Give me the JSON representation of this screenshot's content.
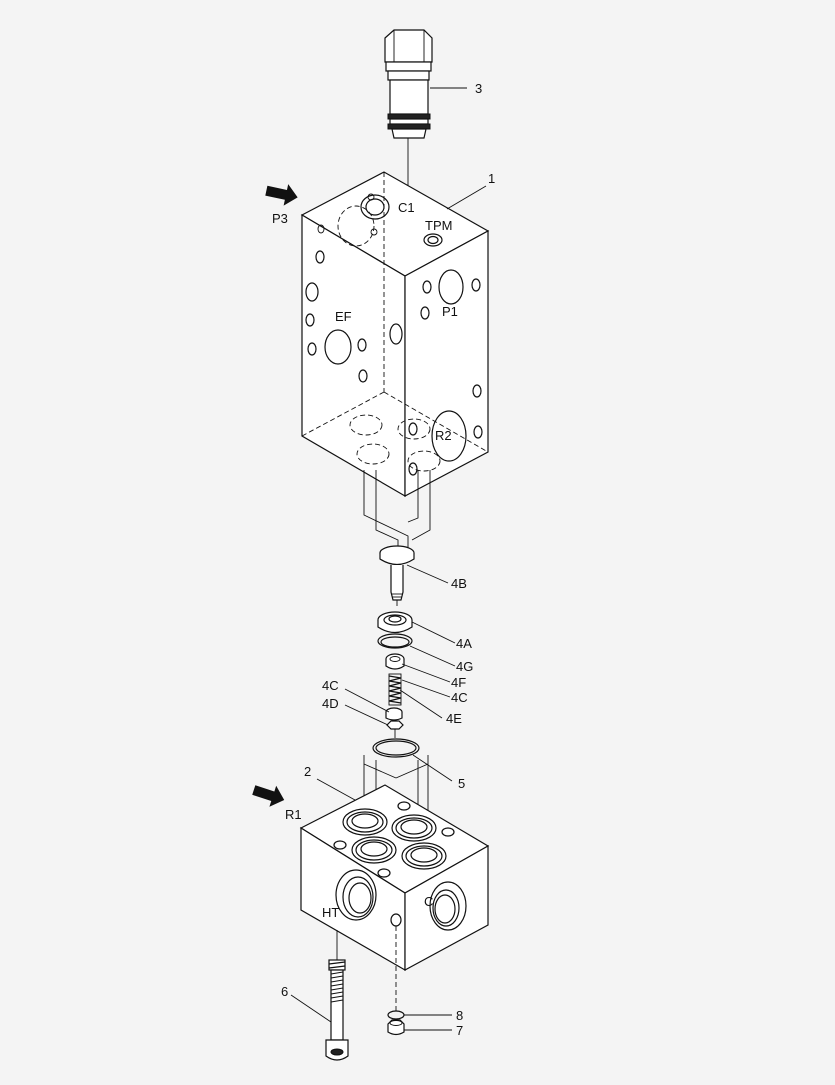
{
  "diagram": {
    "callouts": {
      "c1": "1",
      "c2": "2",
      "c3": "3",
      "c4a": "4A",
      "c4b": "4B",
      "c4c_right": "4C",
      "c4c_left": "4C",
      "c4d": "4D",
      "c4e": "4E",
      "c4f": "4F",
      "c4g": "4G",
      "c5": "5",
      "c6": "6",
      "c7": "7",
      "c8": "8"
    },
    "ports": {
      "p3": "P3",
      "c1": "C1",
      "tpm": "TPM",
      "ef": "EF",
      "p1": "P1",
      "r2": "R2",
      "r1": "R1",
      "ht": "HT",
      "c": "C"
    },
    "flow_arrow_icon": "arrow-right-icon"
  }
}
